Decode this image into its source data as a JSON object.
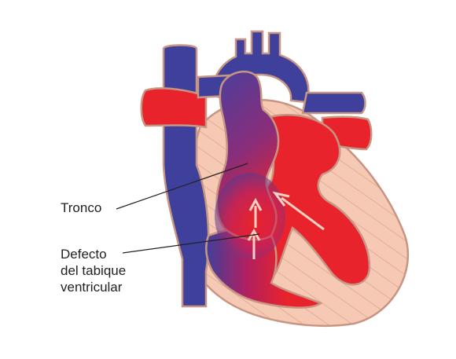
{
  "labels": {
    "tronco": "Tronco",
    "defect_line1": "Defecto",
    "defect_line2": "del tabique",
    "defect_line3": "ventricular"
  },
  "colors": {
    "deoxygenated": "#3f3f9c",
    "oxygenated": "#e8232b",
    "muscle": "#f5c9b4",
    "outline": "#c79583",
    "leader_line": "#222222"
  }
}
